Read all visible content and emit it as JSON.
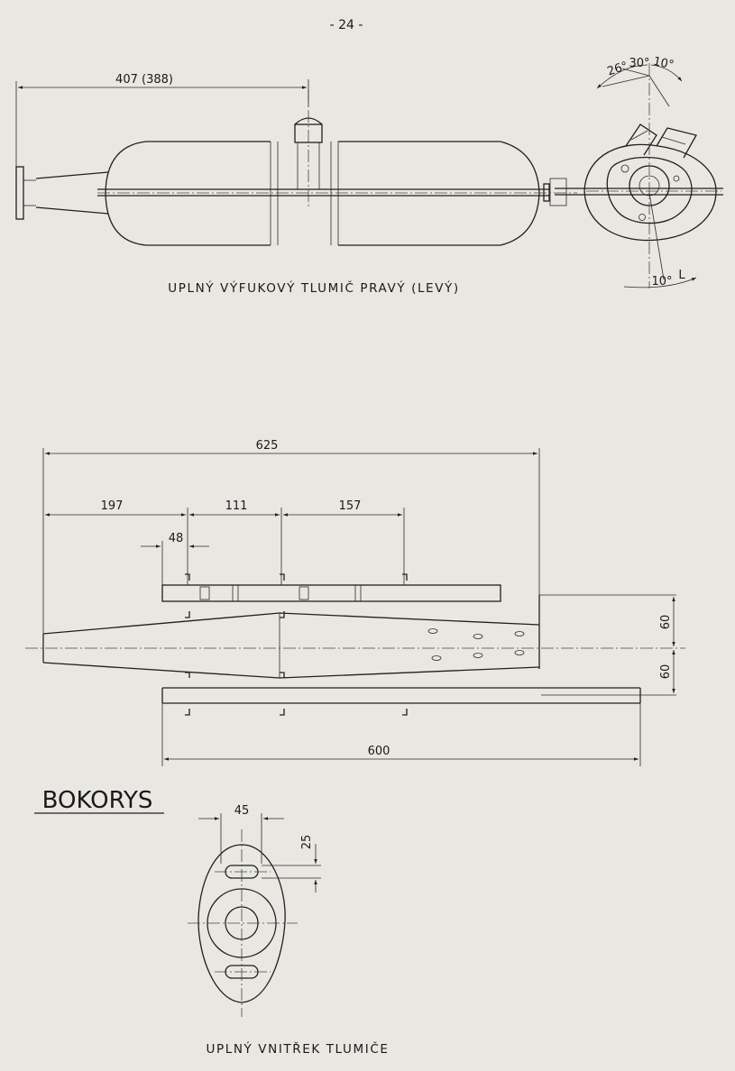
{
  "page_number": "- 24 -",
  "assembly_view": {
    "caption": "UPLNÝ VÝFUKOVÝ TLUMIČ PRAVÝ (LEVÝ)",
    "dim_length": "407 (388)",
    "angle_labels": [
      "26°",
      "30°",
      "10°"
    ],
    "angle_bottom": "10°",
    "side_marker": "L"
  },
  "side_view": {
    "dims": {
      "overall": "625",
      "seg1": "197",
      "seg2": "111",
      "seg3": "157",
      "small": "48",
      "upper_half": "60",
      "lower_half": "60",
      "tube": "600"
    }
  },
  "section_title": "BOKORYS",
  "end_view": {
    "caption": "UPLNÝ VNITŘEK TLUMIČE",
    "dim_width": "45",
    "dim_height": "25"
  }
}
